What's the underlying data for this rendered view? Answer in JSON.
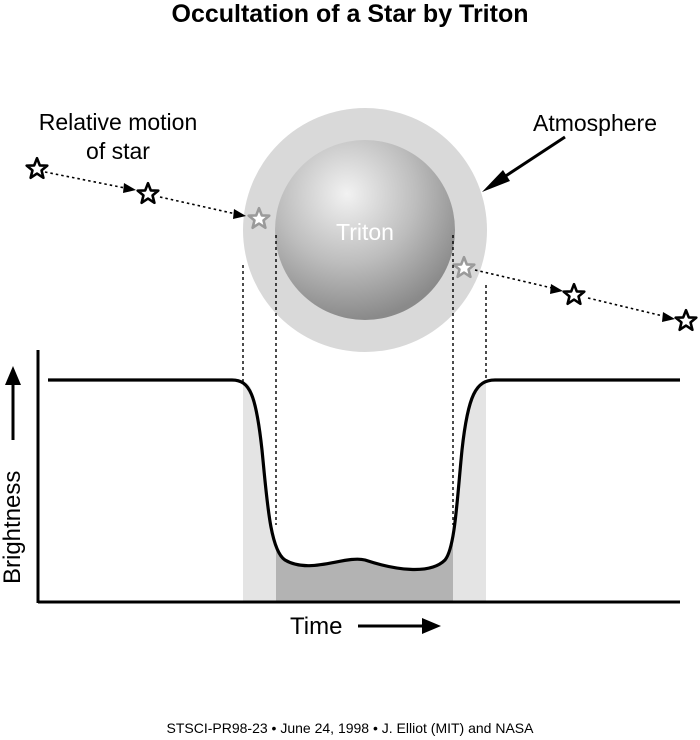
{
  "title": "Occultation of a Star by Triton",
  "labels": {
    "relative_motion_line1": "Relative motion",
    "relative_motion_line2": "of star",
    "atmosphere": "Atmosphere",
    "triton": "Triton",
    "brightness": "Brightness",
    "time": "Time"
  },
  "credit": "STSCI-PR98-23 • June 24, 1998 • J. Elliot (MIT) and NASA",
  "colors": {
    "atmosphere_halo": "#d9d9d9",
    "atmosphere_band": "#e4e4e4",
    "body_band": "#b3b3b3",
    "star_dim": "#9a9a9a"
  },
  "icons": {
    "star": "star-icon",
    "arrow": "arrow-right-icon"
  }
}
